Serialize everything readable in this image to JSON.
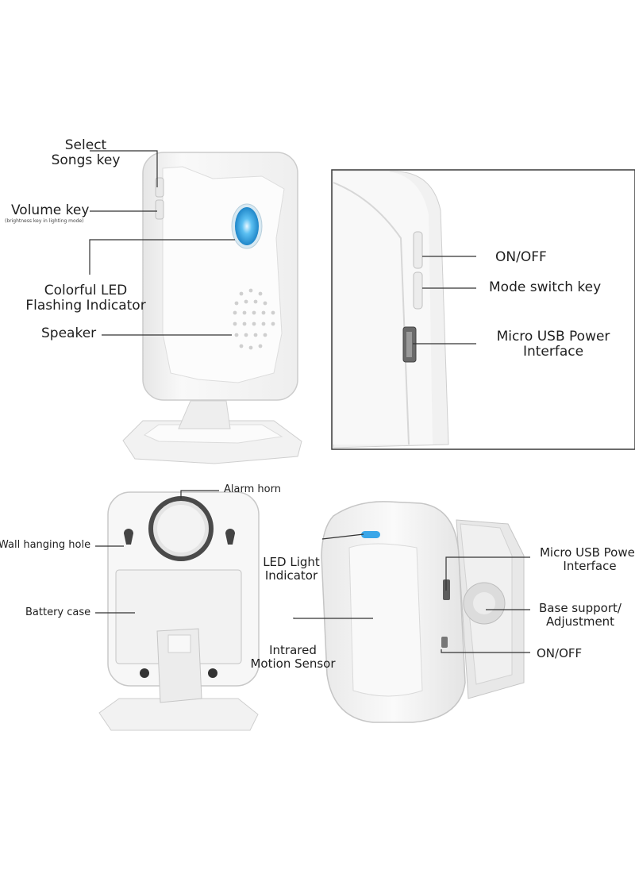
{
  "labels": {
    "select_songs_key": [
      "Select",
      "Songs key"
    ],
    "volume_key": "Volume key",
    "volume_key_note": "(brightness key in lighting mode)",
    "colorful_led": [
      "Colorful LED",
      "Flashing Indicator"
    ],
    "speaker": "Speaker",
    "on_off_top": "ON/OFF",
    "mode_switch_key": "Mode switch key",
    "micro_usb_top": [
      "Micro USB Power",
      "Interface"
    ],
    "alarm_horn": "Alarm horn",
    "wall_hanging_hole": "Wall hanging hole",
    "battery_case": "Battery case",
    "led_light_indicator": [
      "LED Light",
      "Indicator"
    ],
    "infrared_motion_sensor": [
      "Intrared",
      "Motion Sensor"
    ],
    "micro_usb_bottom": [
      "Micro USB Power",
      "Interface"
    ],
    "base_support": [
      "Base support/",
      "Adjustment"
    ],
    "on_off_bottom": "ON/OFF"
  },
  "colors": {
    "led_blue": "#3aa6e8",
    "device_white": "#f6f6f6",
    "outline_gray": "#c9c9c9",
    "leader_line": "#333333"
  }
}
